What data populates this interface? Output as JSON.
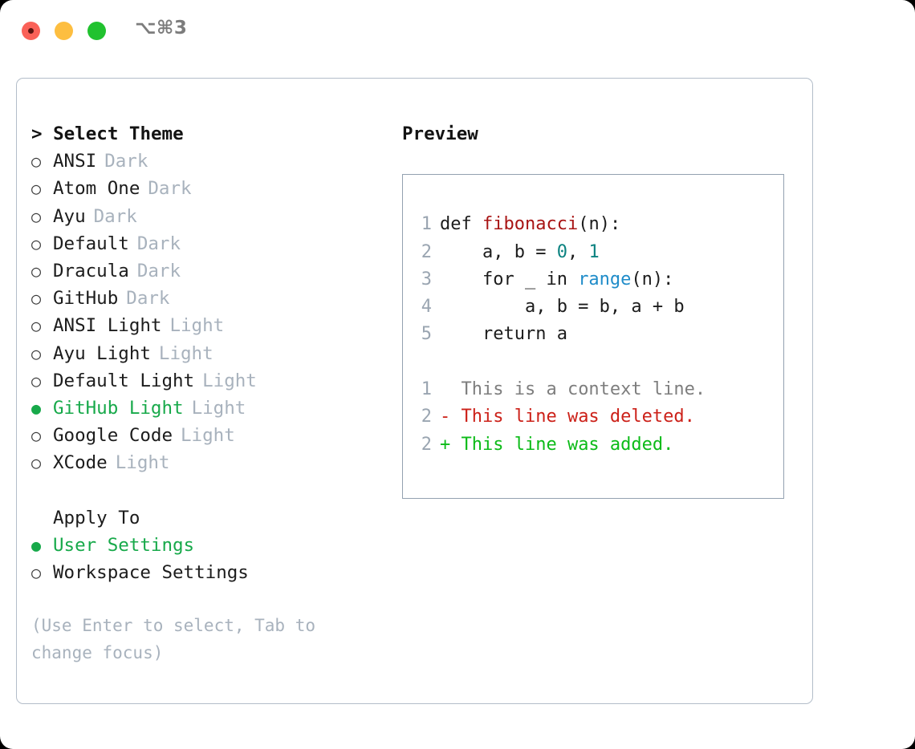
{
  "window": {
    "shortcut": "⌥⌘3",
    "traffic_lights": [
      {
        "name": "close",
        "color": "#fa6158"
      },
      {
        "name": "minimize",
        "color": "#fdbe40"
      },
      {
        "name": "maximize",
        "color": "#21c22f"
      }
    ]
  },
  "colors": {
    "accent_green": "#17a94a",
    "muted": "#a8b2bd",
    "border": "#b3bdc9",
    "preview_border": "#93a1b0",
    "syntax_function": "#a81414",
    "syntax_number": "#0b8280",
    "syntax_call": "#1f8cc9",
    "diff_deleted": "#cc2119",
    "diff_added": "#0cbb18",
    "diff_context": "#7e7e7e"
  },
  "theme_list": {
    "header": "> Select Theme",
    "items": [
      {
        "bullet": "○",
        "label": "ANSI",
        "variant": "Dark",
        "selected": false
      },
      {
        "bullet": "○",
        "label": "Atom One",
        "variant": "Dark",
        "selected": false
      },
      {
        "bullet": "○",
        "label": "Ayu",
        "variant": "Dark",
        "selected": false
      },
      {
        "bullet": "○",
        "label": "Default",
        "variant": "Dark",
        "selected": false
      },
      {
        "bullet": "○",
        "label": "Dracula",
        "variant": "Dark",
        "selected": false
      },
      {
        "bullet": "○",
        "label": "GitHub",
        "variant": "Dark",
        "selected": false
      },
      {
        "bullet": "○",
        "label": "ANSI Light",
        "variant": "Light",
        "selected": false
      },
      {
        "bullet": "○",
        "label": "Ayu Light",
        "variant": "Light",
        "selected": false
      },
      {
        "bullet": "○",
        "label": "Default Light",
        "variant": "Light",
        "selected": false
      },
      {
        "bullet": "●",
        "label": "GitHub Light",
        "variant": "Light",
        "selected": true
      },
      {
        "bullet": "○",
        "label": "Google Code",
        "variant": "Light",
        "selected": false
      },
      {
        "bullet": "○",
        "label": "XCode",
        "variant": "Light",
        "selected": false
      }
    ]
  },
  "apply_to": {
    "header": "Apply To",
    "items": [
      {
        "bullet": "●",
        "label": "User Settings",
        "selected": true
      },
      {
        "bullet": "○",
        "label": "Workspace Settings",
        "selected": false
      }
    ]
  },
  "hint": "(Use Enter to select, Tab to change focus)",
  "preview": {
    "title": "Preview",
    "code_lines": [
      {
        "no": "1",
        "tokens": [
          {
            "t": "def ",
            "c": "plain"
          },
          {
            "t": "fibonacci",
            "c": "func"
          },
          {
            "t": "(n):",
            "c": "plain"
          }
        ]
      },
      {
        "no": "2",
        "tokens": [
          {
            "t": "    a, b = ",
            "c": "plain"
          },
          {
            "t": "0",
            "c": "num"
          },
          {
            "t": ", ",
            "c": "plain"
          },
          {
            "t": "1",
            "c": "num"
          }
        ]
      },
      {
        "no": "3",
        "tokens": [
          {
            "t": "    for _ in ",
            "c": "plain"
          },
          {
            "t": "range",
            "c": "call"
          },
          {
            "t": "(n):",
            "c": "plain"
          }
        ]
      },
      {
        "no": "4",
        "tokens": [
          {
            "t": "        a, b = b, a + b",
            "c": "plain"
          }
        ]
      },
      {
        "no": "5",
        "tokens": [
          {
            "t": "    return a",
            "c": "plain"
          }
        ]
      }
    ],
    "diff_lines": [
      {
        "no": "1",
        "marker": " ",
        "text": " This is a context line.",
        "kind": "context"
      },
      {
        "no": "2",
        "marker": "-",
        "text": " This line was deleted.",
        "kind": "deleted"
      },
      {
        "no": "2",
        "marker": "+",
        "text": " This line was added.",
        "kind": "added"
      }
    ]
  }
}
